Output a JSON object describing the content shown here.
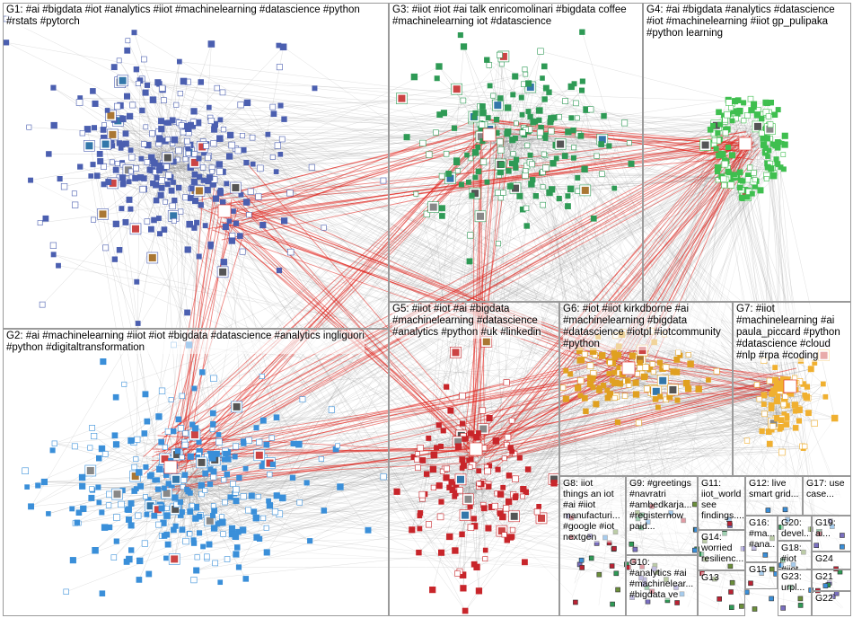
{
  "groups": [
    {
      "id": "G1",
      "label": "G1: #ai #bigdata #iot #analytics #iiot #machinelearning #datascience #python\n#rstats #pytorch"
    },
    {
      "id": "G2",
      "label": "G2: #ai #machinelearning #iiot #iot #bigdata #datascience #analytics ingliguori\n#python #digitaltransformation"
    },
    {
      "id": "G3",
      "label": "G3: #iiot #iot #ai talk enricomolinari #bigdata coffee\n#machinelearning iot #datascience"
    },
    {
      "id": "G4",
      "label": "G4: #ai #bigdata #analytics #datascience\n#iot #machinelearning #iiot gp_pulipaka\n#python learning"
    },
    {
      "id": "G5",
      "label": "G5: #iiot #iot #ai #bigdata\n#machinelearning #datascience\n#analytics #python #uk #linkedin"
    },
    {
      "id": "G6",
      "label": "G6: #iot #iiot kirkdborne #ai\n#machinelearning #bigdata\n#datascience #iotpl #iotcommunity\n#python"
    },
    {
      "id": "G7",
      "label": "G7: #iiot\n#machinelearning #ai\npaula_piccard #python\n#datascience #cloud\n#nlp #rpa #coding"
    },
    {
      "id": "G8",
      "label": "G8: iiot\nthings an iot\n#ai #iiot\nmanufacturi...\n#google #iot\nnextgen"
    },
    {
      "id": "G9",
      "label": "G9: #greetings\n#navratri\n#ambedkarja...\n#registernow\npaid..."
    },
    {
      "id": "G10",
      "label": "G10:\n#analytics #ai\n#machinelear...\n#bigdata ve"
    },
    {
      "id": "G11",
      "label": "G11:\niiot_world\nsee\nfindings...."
    },
    {
      "id": "G12",
      "label": "G12: live\nsmart grid..."
    },
    {
      "id": "G13",
      "label": "G13"
    },
    {
      "id": "G14",
      "label": "G14:\nworried\nresilienc..."
    },
    {
      "id": "G15",
      "label": "G15"
    },
    {
      "id": "G16",
      "label": "G16:\n#ma...\n#ana..."
    },
    {
      "id": "G17",
      "label": "G17: use\ncase..."
    },
    {
      "id": "G18",
      "label": "G18:\n#iot\n#iiot...\n"
    },
    {
      "id": "G19",
      "label": "G19:\nai..."
    },
    {
      "id": "G20",
      "label": "G20:\ndevel..."
    },
    {
      "id": "G21",
      "label": "G21"
    },
    {
      "id": "G22",
      "label": "G22"
    },
    {
      "id": "G23",
      "label": "G23:\nurpl..."
    },
    {
      "id": "G24",
      "label": "G24"
    }
  ],
  "colors": {
    "edge_gray": "#8c8c8c",
    "edge_red": "#e0201a",
    "G1": "#4b5fb0",
    "G2": "#3a8fd9",
    "G3": "#2e9a55",
    "G4": "#3fbf4f",
    "G5": "#c8252a",
    "G6": "#e0a020",
    "G7": "#f0b030",
    "misc": "#7a6fc0"
  }
}
